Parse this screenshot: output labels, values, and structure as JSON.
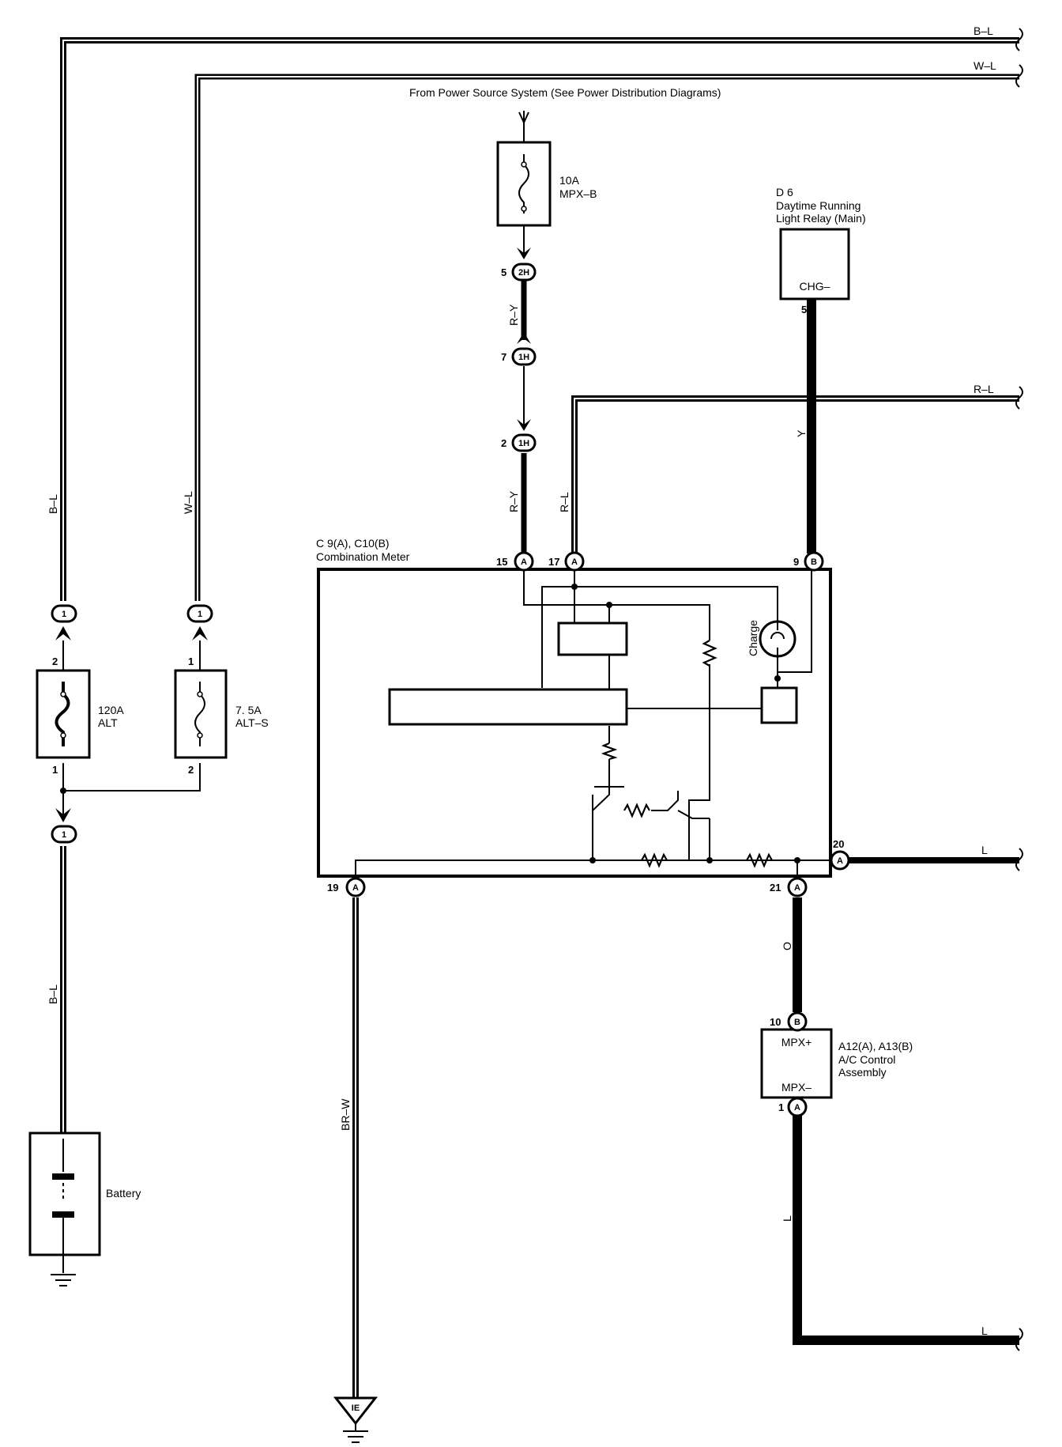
{
  "header": "From Power Source System (See Power Distribution Diagrams)",
  "wire_colors": {
    "b_l": "B–L",
    "w_l": "W–L",
    "r_y": "R–Y",
    "r_l": "R–L",
    "y": "Y",
    "l": "L",
    "o": "O",
    "br_w": "BR–W"
  },
  "fuses": {
    "mpx_b": {
      "rating": "10A",
      "name": "MPX–B"
    },
    "alt": {
      "rating": "120A",
      "name": "ALT"
    },
    "alt_s": {
      "rating": "7. 5A",
      "name": "ALT–S"
    }
  },
  "components": {
    "d6": {
      "code": "D 6",
      "name_line1": "Daytime Running",
      "name_line2": "Light Relay (Main)",
      "terminal": "CHG–",
      "pin": "5"
    },
    "meter": {
      "code": "C 9(A), C10(B)",
      "name": "Combination Meter",
      "lamp": "Charge"
    },
    "ac": {
      "code": "A12(A), A13(B)",
      "name_line1": "A/C Control",
      "name_line2": "Assembly",
      "term_top": "MPX+",
      "term_bottom": "MPX–"
    },
    "battery": {
      "name": "Battery"
    },
    "ground": {
      "code": "IE"
    }
  },
  "connectors": {
    "c2h": {
      "id": "2H",
      "pin": "5"
    },
    "c1h_top": {
      "id": "1H",
      "pin": "7"
    },
    "c1h_bottom": {
      "id": "1H",
      "pin": "2"
    },
    "alt_fuse_top": {
      "id": "1"
    },
    "alts_fuse_top": {
      "id": "1"
    },
    "alt_fuse_bottom": {
      "id": "1"
    }
  },
  "fuse_pins": {
    "alt_top": "2",
    "alt_bottom": "1",
    "alts_top": "1",
    "alts_bottom": "2"
  },
  "meter_pins": {
    "p15": {
      "pin": "15",
      "conn": "A"
    },
    "p17": {
      "pin": "17",
      "conn": "A"
    },
    "p9": {
      "pin": "9",
      "conn": "B"
    },
    "p20": {
      "pin": "20",
      "conn": "A"
    },
    "p19": {
      "pin": "19",
      "conn": "A"
    },
    "p21": {
      "pin": "21",
      "conn": "A"
    }
  },
  "ac_pins": {
    "p10": {
      "pin": "10",
      "conn": "B"
    },
    "p1": {
      "pin": "1",
      "conn": "A"
    }
  }
}
